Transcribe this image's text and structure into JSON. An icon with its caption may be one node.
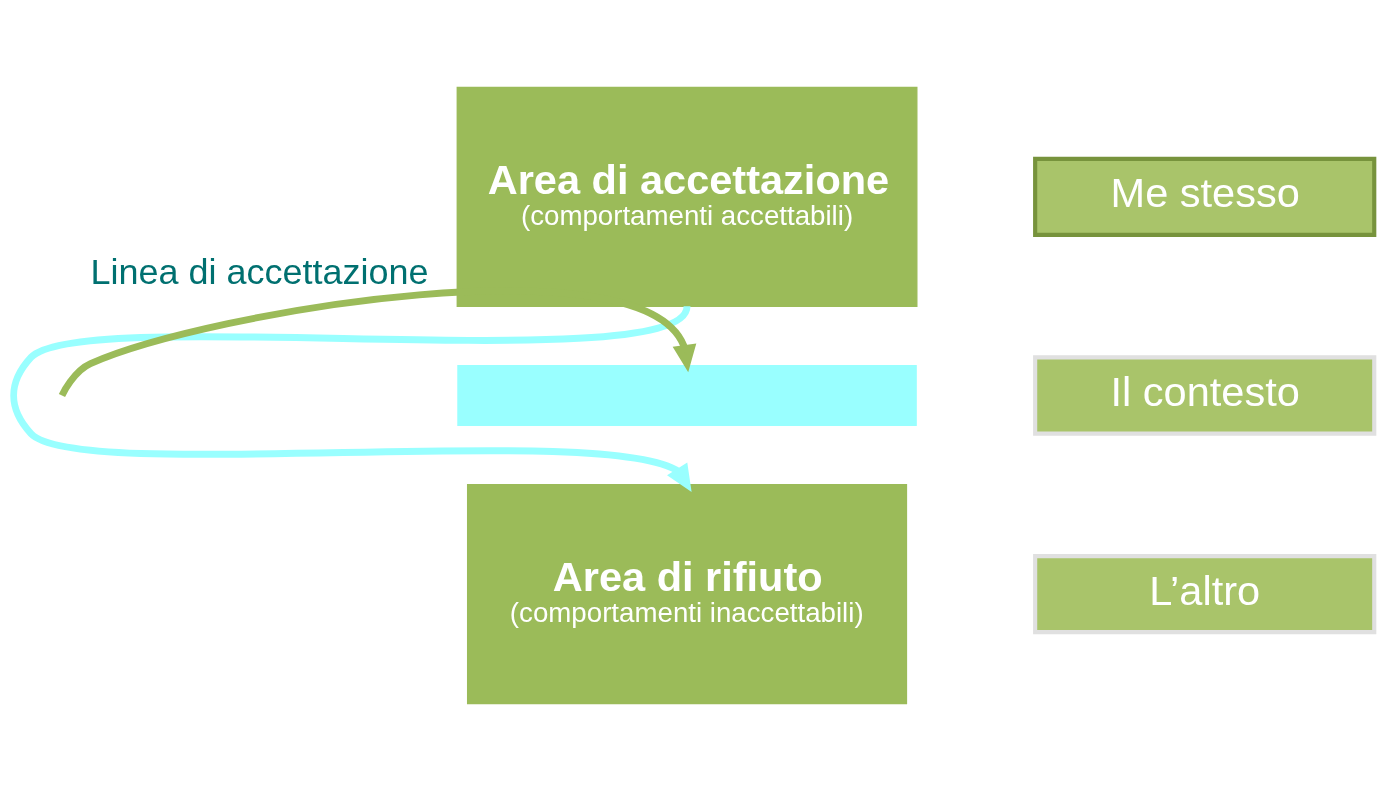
{
  "diagram": {
    "nodes": [
      {
        "text": [
          "Area di accettazione",
          "(comportamenti accettabili)"
        ]
      },
      {
        "text": [],
        "shape": "bar"
      },
      {
        "text": [
          "Area di rifiuto",
          "(comportamenti inaccettabili)"
        ]
      },
      {
        "text": [
          "Me stesso"
        ]
      },
      {
        "text": [
          "Il contesto"
        ]
      },
      {
        "text": [
          "L’altro"
        ]
      }
    ],
    "edges": [
      {
        "from": null,
        "to": 1,
        "arrow": "to",
        "label": "Linea di accettazione"
      },
      {
        "from": 0,
        "to": 2,
        "arrow": "to",
        "color": "#99ffff"
      }
    ]
  }
}
